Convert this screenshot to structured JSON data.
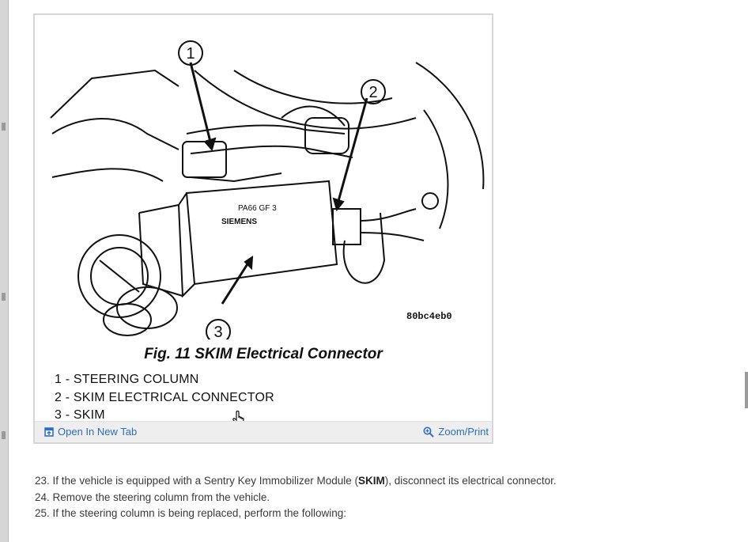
{
  "figure": {
    "image_code": "80bc4eb0",
    "callouts": [
      "1",
      "2",
      "3"
    ],
    "module_labels": [
      "PA66 GF 3",
      "SIEMENS"
    ],
    "caption": "Fig. 11 SKIM Electrical Connector",
    "legend": [
      "1 - STEERING COLUMN",
      "2 - SKIM ELECTRICAL CONNECTOR",
      "3 - SKIM"
    ],
    "toolbar": {
      "open_new_tab": "Open In New Tab",
      "zoom_print": "Zoom/Print",
      "open_icon": "open-in-new-tab-icon",
      "zoom_icon": "magnifier-plus-icon"
    }
  },
  "steps": [
    {
      "num": "23.",
      "before": "If the vehicle is equipped with a Sentry Key Immobilizer Module (",
      "bold": "SKIM",
      "after": "), disconnect its electrical connector."
    },
    {
      "num": "24.",
      "before": "Remove the steering column from the vehicle.",
      "bold": "",
      "after": ""
    },
    {
      "num": "25.",
      "before": "If the steering column is being replaced, perform the following:",
      "bold": "",
      "after": ""
    }
  ],
  "colors": {
    "link": "#2a6ebd",
    "toolbar_bg": "#eeeeee",
    "frame_border": "#d6d6d6",
    "body_text": "#3a3a3a"
  }
}
